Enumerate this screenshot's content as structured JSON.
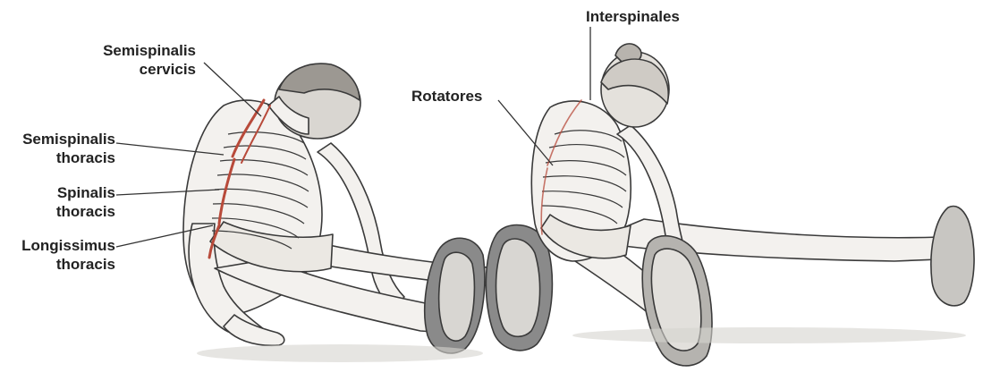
{
  "labels": {
    "semispinalis_cervicis": [
      "Semispinalis",
      "cervicis"
    ],
    "semispinalis_thoracis": [
      "Semispinalis",
      "thoracis"
    ],
    "spinalis_thoracis": [
      "Spinalis",
      "thoracis"
    ],
    "longissimus_thoracis": [
      "Longissimus",
      "thoracis"
    ],
    "interspinales": "Interspinales",
    "rotatores": "Rotatores"
  },
  "colors": {
    "label_text": "#222222",
    "leader_line": "#333333",
    "muscle_highlight": "#b84a3a",
    "sketch_stroke": "#3a3a3a",
    "skin_fill": "#f3f1ee",
    "shoe_fill": "#8a8a8a"
  },
  "figures": [
    "left-seated-figure",
    "right-seated-figure"
  ]
}
